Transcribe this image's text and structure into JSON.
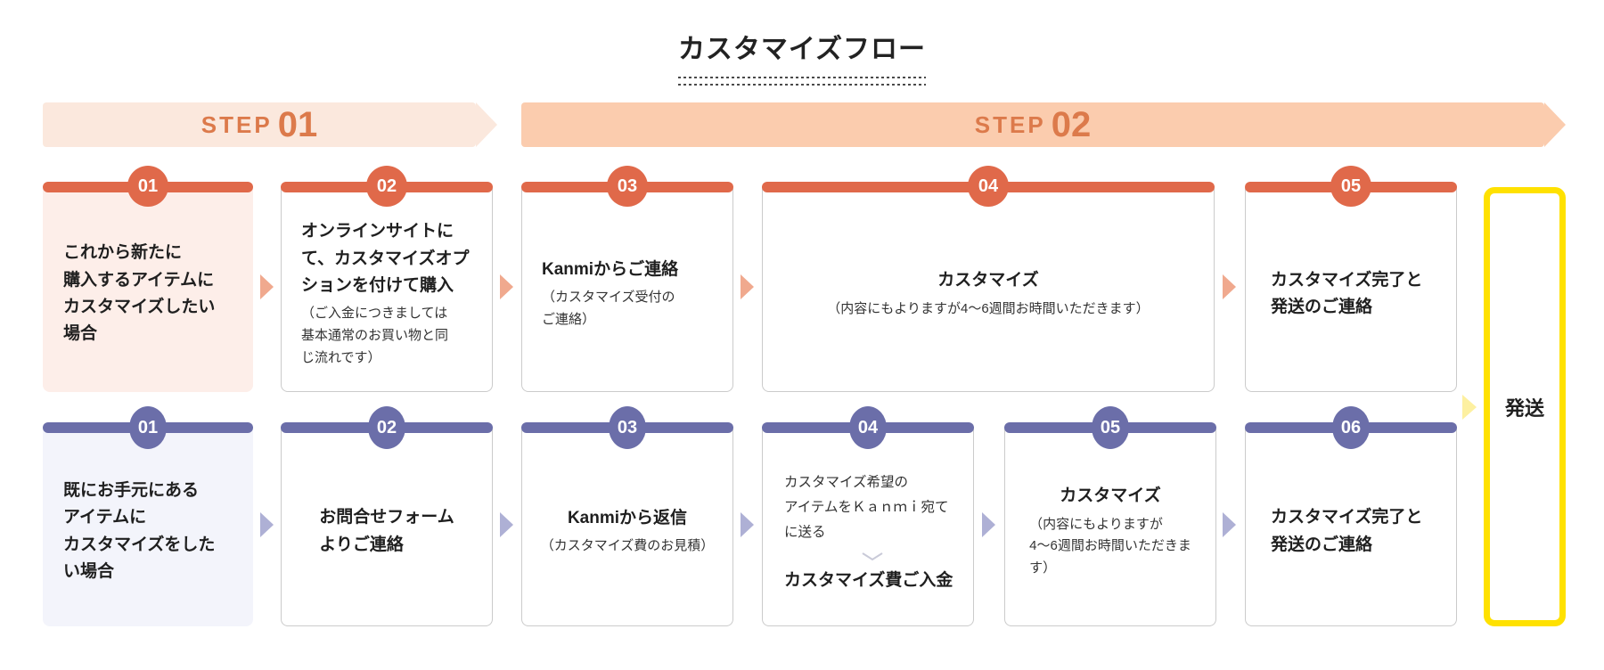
{
  "title": "カスタマイズフロー",
  "banners": [
    {
      "step": "STEP",
      "num": "01"
    },
    {
      "step": "STEP",
      "num": "02"
    }
  ],
  "top_row": {
    "cards": [
      {
        "num": "01",
        "title": "これから新たに\n購入するアイテムに\nカスタマイズしたい\n場合"
      },
      {
        "num": "02",
        "title": "オンラインサイトに\nて、カスタマイズオプ\nションを付けて購入",
        "sub": "（ご入金につきましては\n基本通常のお買い物と同\nじ流れです）"
      },
      {
        "num": "03",
        "title": "Kanmiからご連絡",
        "sub": "（カスタマイズ受付の\nご連絡）"
      },
      {
        "num": "04",
        "title": "カスタマイズ",
        "sub": "（内容にもよりますが4〜6週間お時間いただきます）"
      },
      {
        "num": "05",
        "title": "カスタマイズ完了と\n発送のご連絡"
      }
    ]
  },
  "bottom_row": {
    "cards": [
      {
        "num": "01",
        "title": "既にお手元にある\nアイテムに\nカスタマイズをした\nい場合"
      },
      {
        "num": "02",
        "title": "お問合せフォーム\nよりご連絡"
      },
      {
        "num": "03",
        "title": "Kanmiから返信",
        "sub": "（カスタマイズ費のお見積）"
      },
      {
        "num": "04",
        "text_before": "カスタマイズ希望の\nアイテムをＫａｎｍｉ宛て\nに送る",
        "text_after": "カスタマイズ費ご入金"
      },
      {
        "num": "05",
        "title": "カスタマイズ",
        "sub": "（内容にもよりますが\n4〜6週間お時間いただきま\nす）"
      },
      {
        "num": "06",
        "title": "カスタマイズ完了と\n発送のご連絡"
      }
    ]
  },
  "shipping": {
    "label": "発送"
  },
  "colors": {
    "orange": "#e0694a",
    "orangeText": "#dc7a4b",
    "step1bg": "#fbe8dd",
    "step2bg": "#fbccae",
    "salmonArrow": "#f0a98e",
    "purple": "#6b6ea9",
    "lavArrow": "#aeb0d5",
    "pinkCard": "#fdeee9",
    "lavCard": "#f3f4fb",
    "yellow": "#ffe100",
    "lightYellowArrow": "#fdf0a0"
  }
}
